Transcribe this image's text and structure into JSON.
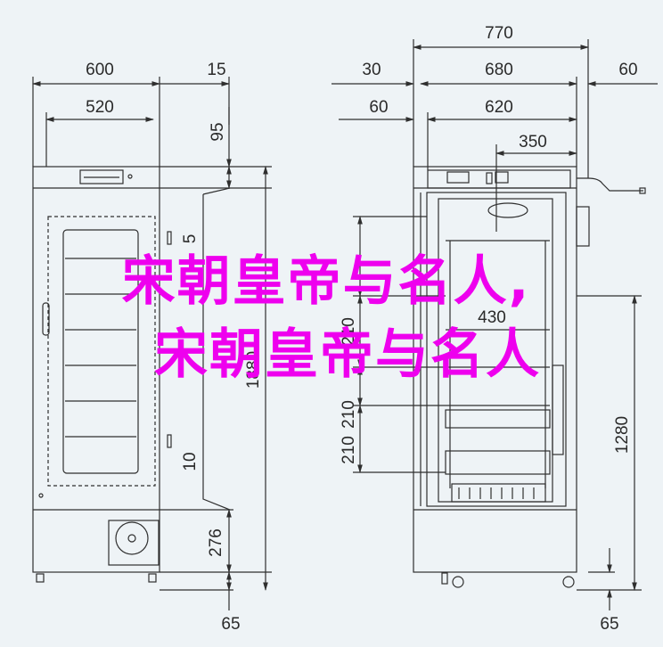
{
  "overlay": {
    "line1": "宋朝皇帝与名人,",
    "line2": "宋朝皇帝与名人"
  },
  "dimensions": {
    "front_width_600": "600",
    "front_gap_15": "15",
    "front_inner_520": "520",
    "front_top_95": "95",
    "front_side_5": "5",
    "front_height_1880": "1880",
    "front_side_10": "10",
    "front_bottom_276": "276",
    "front_foot_65": "65",
    "side_total_770": "770",
    "side_left_30": "30",
    "side_body_680": "680",
    "side_right_60": "60",
    "side_left_60": "60",
    "side_inner_620": "620",
    "side_350": "350",
    "side_shelf_430": "430",
    "side_shelf_210a": "210",
    "side_shelf_210b": "210",
    "side_shelf_210c": "210",
    "side_height_1280": "1280",
    "side_foot_65": "65"
  },
  "colors": {
    "background": "#eef3f6",
    "line": "#2f2f2f",
    "overlay": "#ee00ee"
  }
}
